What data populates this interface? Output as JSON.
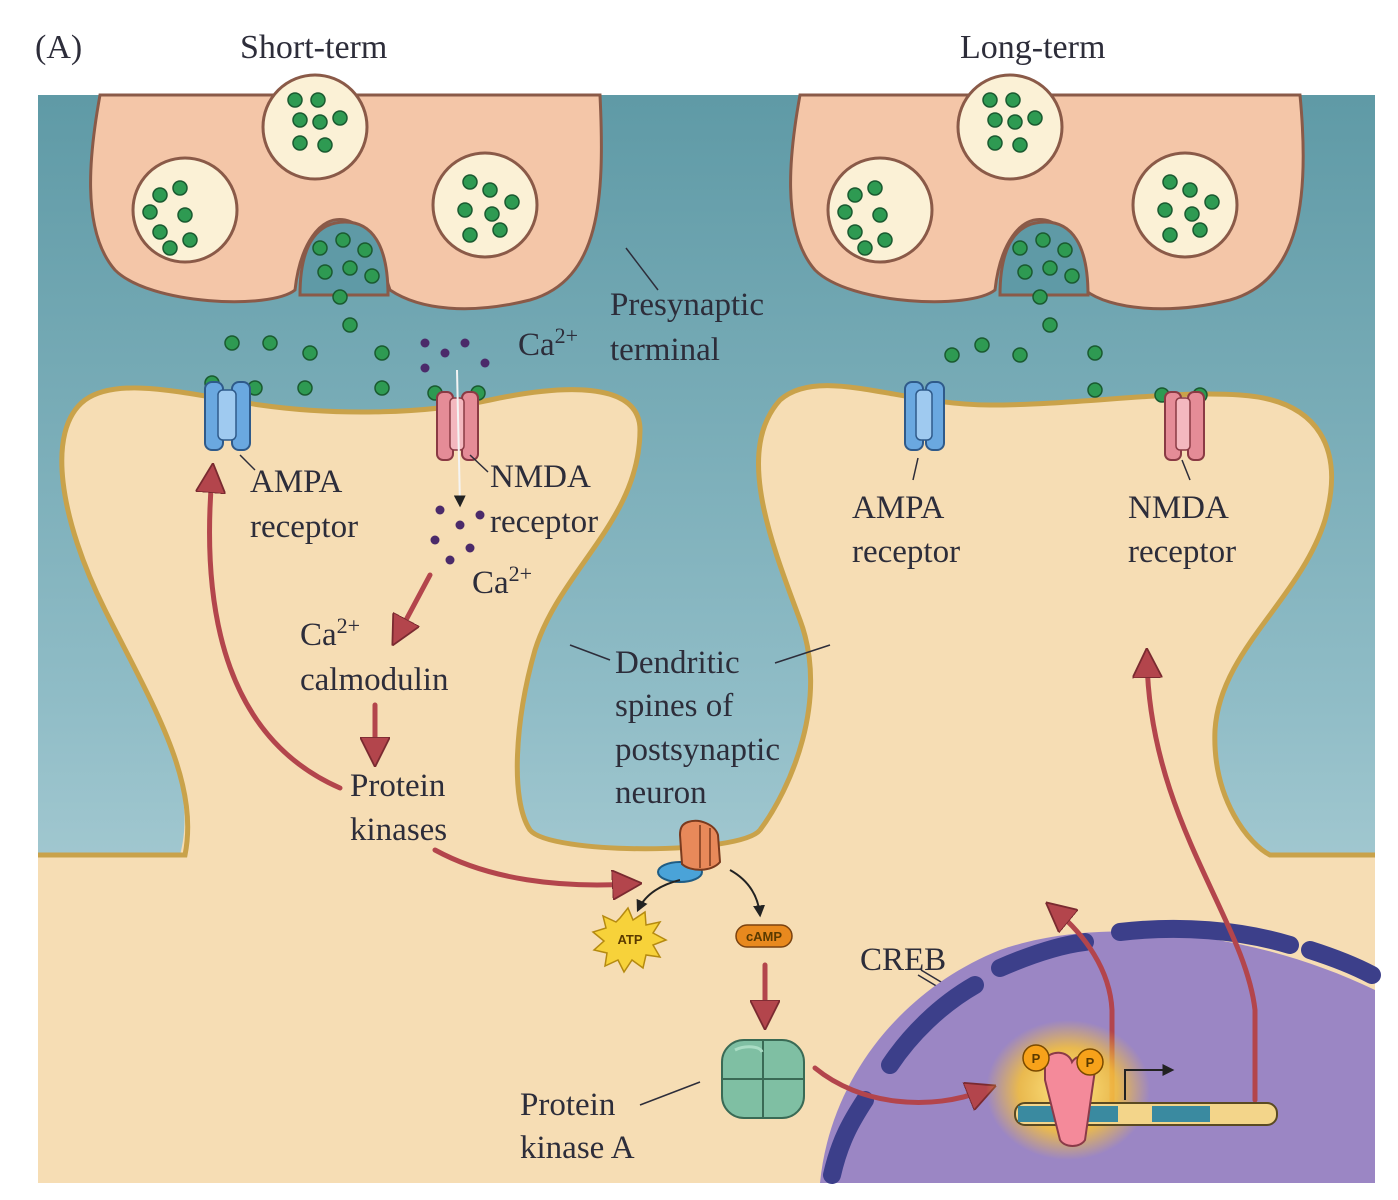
{
  "panel_label": "(A)",
  "headings": {
    "short_term": "Short-term",
    "long_term": "Long-term"
  },
  "labels": {
    "presynaptic_line1": "Presynaptic",
    "presynaptic_line2": "terminal",
    "ca_top": "Ca",
    "ca_top_sup": "2+",
    "ampa_left_1": "AMPA",
    "ampa_left_2": "receptor",
    "nmda_left_1": "NMDA",
    "nmda_left_2": "receptor",
    "ca_mid": "Ca",
    "ca_mid_sup": "2+",
    "ca_calmodulin_1": "Ca",
    "ca_calmodulin_sup": "2+",
    "ca_calmodulin_2": "calmodulin",
    "protein_kinases_1": "Protein",
    "protein_kinases_2": "kinases",
    "dendritic_1": "Dendritic",
    "dendritic_2": "spines of",
    "dendritic_3": "postsynaptic",
    "dendritic_4": "neuron",
    "ampa_right_1": "AMPA",
    "ampa_right_2": "receptor",
    "nmda_right_1": "NMDA",
    "nmda_right_2": "receptor",
    "atp": "ATP",
    "camp": "cAMP",
    "creb": "CREB",
    "pka_1": "Protein",
    "pka_2": "kinase A",
    "phospho": "P"
  },
  "colors": {
    "cleft_top": "#5f9aa6",
    "cleft_bottom": "#b9d8df",
    "cytoplasm": "#f6ddb4",
    "terminal": "#f4c6a8",
    "membrane": "#c9a24a",
    "vesicle": "#fbf1d6",
    "transmitter": "#2e9a52",
    "calcium": "#4b2a6a",
    "ampa": "#6aa8e0",
    "nmda": "#e58c97",
    "arrow": "#b3454c",
    "nucleus": "#9b86c4",
    "envelope": "#3c3f8a",
    "pka": "#7fbfa3",
    "atp": "#f7d23a",
    "camp": "#e8891e"
  }
}
